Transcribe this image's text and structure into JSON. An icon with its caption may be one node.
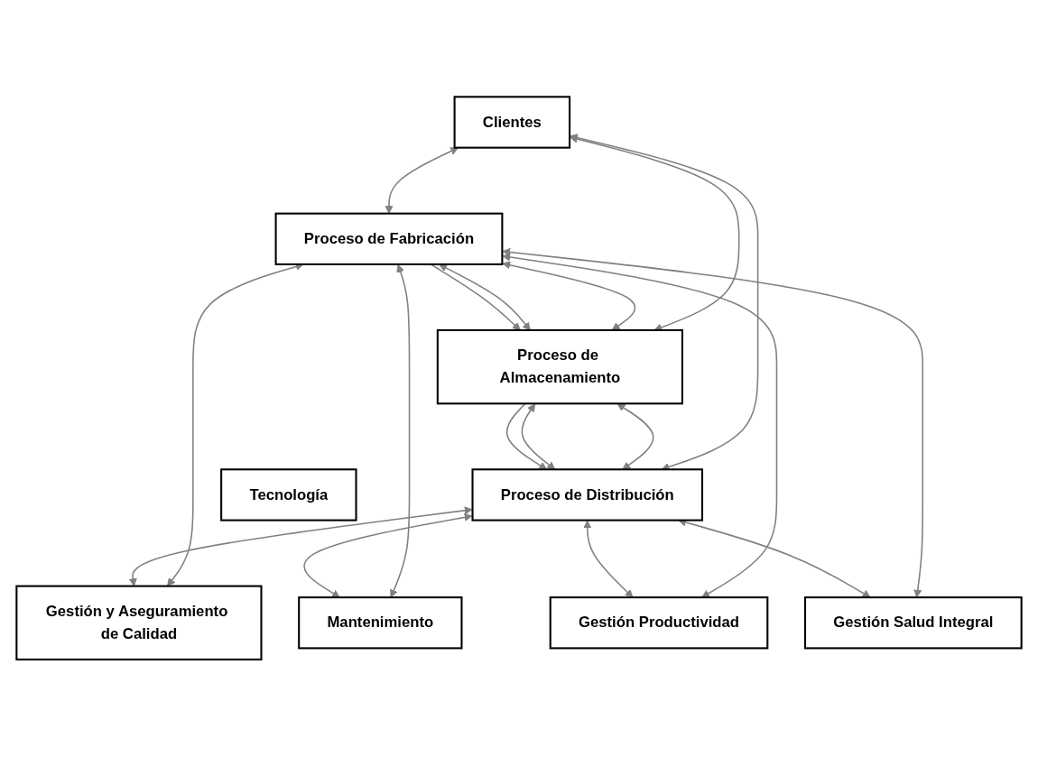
{
  "diagram": {
    "nodes": [
      {
        "text": [
          "Clientes"
        ]
      },
      {
        "text": [
          "Proceso de Fabricación"
        ]
      },
      {
        "text": [
          "Proceso de Almacenamiento"
        ]
      },
      {
        "text": [
          "Proceso de Distribución"
        ]
      },
      {
        "text": [
          "Tecnología"
        ]
      },
      {
        "text": [
          "Gestión y Aseguramiento de Calidad"
        ]
      },
      {
        "text": [
          "Mantenimiento"
        ]
      },
      {
        "text": [
          "Gestión Productividad"
        ]
      },
      {
        "text": [
          "Gestión Salud Integral"
        ]
      }
    ],
    "edges": [
      {
        "from": 0,
        "to": 1,
        "arrow": "both"
      },
      {
        "from": 0,
        "to": 2,
        "arrow": "both"
      },
      {
        "from": 0,
        "to": 3,
        "arrow": "both"
      },
      {
        "from": 1,
        "to": 2,
        "arrow": "both"
      },
      {
        "from": 2,
        "to": 3,
        "arrow": "both"
      },
      {
        "from": 1,
        "to": 2,
        "arrow": "both"
      },
      {
        "from": 2,
        "to": 3,
        "arrow": "both"
      },
      {
        "from": 1,
        "to": 2,
        "arrow": "to"
      },
      {
        "from": 2,
        "to": 3,
        "arrow": "to"
      },
      {
        "from": 1,
        "to": 5,
        "arrow": "both"
      },
      {
        "from": 1,
        "to": 6,
        "arrow": "both"
      },
      {
        "from": 1,
        "to": 7,
        "arrow": "both"
      },
      {
        "from": 1,
        "to": 8,
        "arrow": "both"
      },
      {
        "from": 3,
        "to": 5,
        "arrow": "both"
      },
      {
        "from": 3,
        "to": 6,
        "arrow": "both"
      },
      {
        "from": 3,
        "to": 7,
        "arrow": "both"
      },
      {
        "from": 3,
        "to": 8,
        "arrow": "both"
      }
    ]
  }
}
